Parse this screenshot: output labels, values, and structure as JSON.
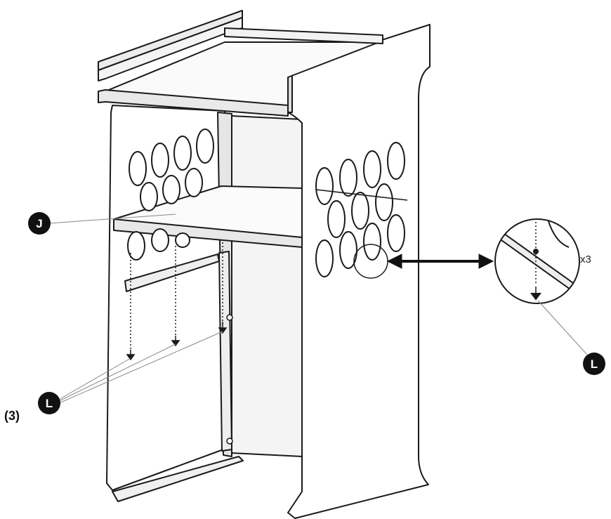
{
  "step_number": "(3)",
  "callouts": {
    "shelf_label": "J",
    "screws_label": "L",
    "detail_screw_label": "L"
  },
  "detail": {
    "quantity": "x3"
  },
  "colors": {
    "line": "#1a1a1a",
    "callout_fill": "#111111",
    "panel_fill": "#ffffff",
    "shadow_fill": "#e6e6e6"
  }
}
